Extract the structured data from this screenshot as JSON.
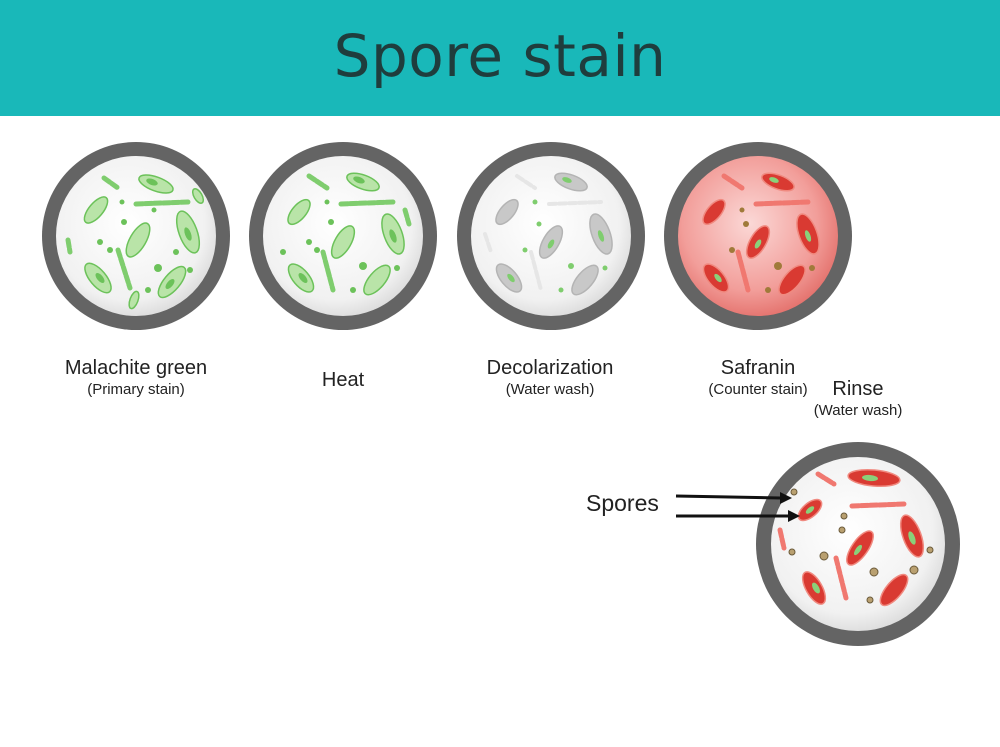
{
  "title": "Spore stain",
  "steps": [
    {
      "label": "Malachite green",
      "sublabel": "(Primary stain)"
    },
    {
      "label": "Heat",
      "sublabel": ""
    },
    {
      "label": "Decolarization",
      "sublabel": "(Water wash)"
    },
    {
      "label": "Safranin",
      "sublabel": "(Counter stain)"
    },
    {
      "label": "Rinse",
      "sublabel": "(Water wash)"
    }
  ],
  "annotation": {
    "label": "Spores"
  },
  "colors": {
    "banner": "#19b8b9",
    "title_text": "#1f3d3d",
    "dish_rim": "#666666",
    "green_stain": "#8ad17a",
    "red_stain": "#e0403a",
    "pink_wash": "#f4a0a0"
  }
}
